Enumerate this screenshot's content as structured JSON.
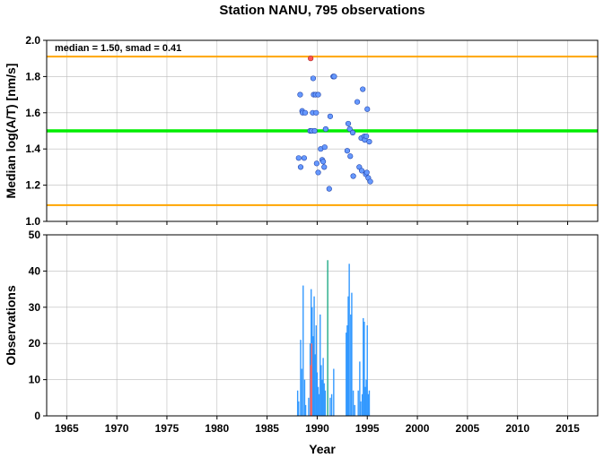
{
  "title": "Station NANU, 795 observations",
  "chart_data": [
    {
      "type": "scatter",
      "ylabel": "Median log(A/T) [nm/s]",
      "annotation": "median = 1.50, smad = 0.41",
      "xlim": [
        1963,
        2018
      ],
      "ylim": [
        1.0,
        2.0
      ],
      "xticks": [
        1965,
        1970,
        1975,
        1980,
        1985,
        1990,
        1995,
        2000,
        2005,
        2010,
        2015
      ],
      "yticks": [
        "1.0",
        "1.2",
        "1.4",
        "1.6",
        "1.8",
        "2.0"
      ],
      "grid": true,
      "median_line": 1.5,
      "bounds": [
        1.09,
        1.91
      ],
      "colors": {
        "points": "#6699ff",
        "outlier": "#ff5555",
        "median": "#00ee00",
        "bounds": "#ffa500"
      },
      "points": [
        [
          1988.15,
          1.35
        ],
        [
          1988.35,
          1.3
        ],
        [
          1988.3,
          1.7
        ],
        [
          1988.5,
          1.61
        ],
        [
          1988.55,
          1.6
        ],
        [
          1988.7,
          1.35
        ],
        [
          1988.8,
          1.6
        ],
        [
          1989.3,
          1.5
        ],
        [
          1989.45,
          1.5
        ],
        [
          1989.55,
          1.6
        ],
        [
          1989.6,
          1.79
        ],
        [
          1989.65,
          1.7
        ],
        [
          1989.75,
          1.5
        ],
        [
          1989.85,
          1.7
        ],
        [
          1989.9,
          1.6
        ],
        [
          1990.1,
          1.7
        ],
        [
          1989.95,
          1.32
        ],
        [
          1990.1,
          1.27
        ],
        [
          1990.35,
          1.4
        ],
        [
          1990.5,
          1.34
        ],
        [
          1990.6,
          1.33
        ],
        [
          1990.7,
          1.3
        ],
        [
          1990.75,
          1.41
        ],
        [
          1990.85,
          1.51
        ],
        [
          1991.3,
          1.58
        ],
        [
          1991.2,
          1.18
        ],
        [
          1991.6,
          1.8
        ],
        [
          1991.7,
          1.8
        ],
        [
          1993.0,
          1.39
        ],
        [
          1993.1,
          1.54
        ],
        [
          1993.25,
          1.51
        ],
        [
          1993.3,
          1.36
        ],
        [
          1993.55,
          1.49
        ],
        [
          1993.6,
          1.25
        ],
        [
          1994.0,
          1.66
        ],
        [
          1994.2,
          1.3
        ],
        [
          1994.4,
          1.46
        ],
        [
          1994.45,
          1.28
        ],
        [
          1994.55,
          1.73
        ],
        [
          1994.7,
          1.47
        ],
        [
          1994.75,
          1.45
        ],
        [
          1994.85,
          1.26
        ],
        [
          1994.9,
          1.47
        ],
        [
          1994.95,
          1.27
        ],
        [
          1995.0,
          1.62
        ],
        [
          1995.1,
          1.24
        ],
        [
          1995.2,
          1.44
        ],
        [
          1995.3,
          1.22
        ]
      ],
      "outliers": [
        [
          1989.35,
          1.9
        ]
      ]
    },
    {
      "type": "bar",
      "xlabel": "Year",
      "ylabel": "Observations",
      "xlim": [
        1963,
        2018
      ],
      "ylim": [
        0,
        50
      ],
      "xticks": [
        1965,
        1970,
        1975,
        1980,
        1985,
        1990,
        1995,
        2000,
        2005,
        2010,
        2015
      ],
      "yticks": [
        0,
        10,
        20,
        30,
        40,
        50
      ],
      "grid": true,
      "colors": {
        "bars": "#3399ff",
        "highlight": "#ff6666",
        "tall": "#22aa88"
      },
      "bars": [
        [
          1988.05,
          7
        ],
        [
          1988.15,
          4
        ],
        [
          1988.35,
          21
        ],
        [
          1988.45,
          13
        ],
        [
          1988.6,
          36
        ],
        [
          1988.75,
          10
        ],
        [
          1988.85,
          3
        ],
        [
          1989.15,
          5
        ],
        [
          1989.3,
          20
        ],
        [
          1989.4,
          35
        ],
        [
          1989.5,
          30
        ],
        [
          1989.6,
          22
        ],
        [
          1989.7,
          33
        ],
        [
          1989.8,
          17
        ],
        [
          1989.9,
          25
        ],
        [
          1990.0,
          12
        ],
        [
          1990.1,
          8
        ],
        [
          1990.2,
          6
        ],
        [
          1990.3,
          28
        ],
        [
          1990.4,
          14
        ],
        [
          1990.5,
          10
        ],
        [
          1990.6,
          16
        ],
        [
          1990.7,
          9
        ],
        [
          1990.8,
          7
        ],
        [
          1991.05,
          43
        ],
        [
          1991.3,
          5
        ],
        [
          1991.45,
          6
        ],
        [
          1991.65,
          13
        ],
        [
          1992.9,
          23
        ],
        [
          1993.0,
          25
        ],
        [
          1993.1,
          33
        ],
        [
          1993.2,
          42
        ],
        [
          1993.35,
          28
        ],
        [
          1993.45,
          34
        ],
        [
          1993.6,
          7
        ],
        [
          1993.75,
          3
        ],
        [
          1994.1,
          7
        ],
        [
          1994.25,
          15
        ],
        [
          1994.35,
          4
        ],
        [
          1994.5,
          6
        ],
        [
          1994.6,
          27
        ],
        [
          1994.7,
          26
        ],
        [
          1994.8,
          8
        ],
        [
          1994.9,
          10
        ],
        [
          1995.0,
          25
        ],
        [
          1995.1,
          6
        ],
        [
          1995.2,
          7
        ]
      ],
      "highlights": [
        [
          1989.35,
          14
        ],
        [
          1989.45,
          20
        ]
      ]
    }
  ]
}
